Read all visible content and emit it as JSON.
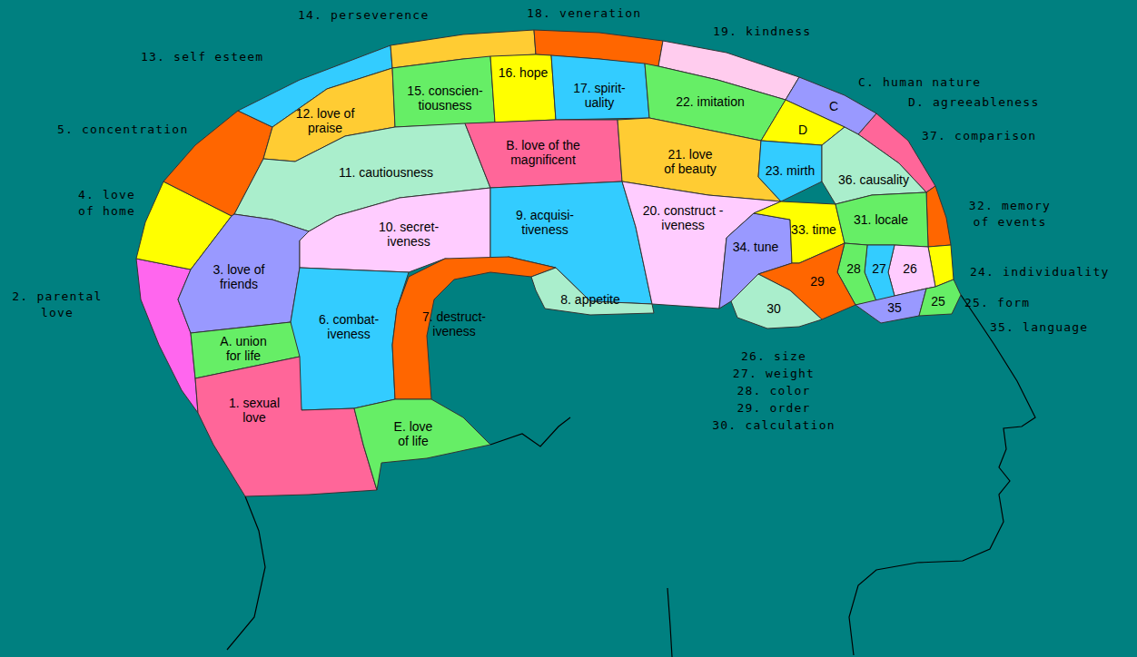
{
  "diagram": {
    "nodes": [
      {
        "text": [
          "12. love of praise"
        ]
      },
      {
        "text": [
          "15. conscien- tiousness"
        ]
      },
      {
        "text": [
          "16. hope"
        ]
      },
      {
        "text": [
          "17. spirit- uality"
        ]
      },
      {
        "text": [
          "22. imitation"
        ]
      },
      {
        "text": [
          "C"
        ]
      },
      {
        "text": [
          "D"
        ]
      },
      {
        "text": [
          "11. cautiousness"
        ]
      },
      {
        "text": [
          "B. love of the magnificent"
        ]
      },
      {
        "text": [
          "21. love of beauty"
        ]
      },
      {
        "text": [
          "23. mirth"
        ]
      },
      {
        "text": [
          "36. causality"
        ]
      },
      {
        "text": [
          "3. love of friends"
        ]
      },
      {
        "text": [
          "10. secret- iveness"
        ]
      },
      {
        "text": [
          "9. acquisi- tiveness"
        ]
      },
      {
        "text": [
          "20. construct -iveness"
        ]
      },
      {
        "text": [
          "34. tune"
        ]
      },
      {
        "text": [
          "33. time"
        ]
      },
      {
        "text": [
          "31. locale"
        ]
      },
      {
        "text": [
          "26"
        ]
      },
      {
        "text": [
          "27"
        ]
      },
      {
        "text": [
          "28"
        ]
      },
      {
        "text": [
          "29"
        ]
      },
      {
        "text": [
          "6. combat- iveness"
        ]
      },
      {
        "text": [
          "7. destruct- iveness"
        ]
      },
      {
        "text": [
          "8. appetite"
        ]
      },
      {
        "text": [
          "30"
        ]
      },
      {
        "text": [
          "35"
        ]
      },
      {
        "text": [
          "25"
        ]
      },
      {
        "text": [
          "A. union for life"
        ]
      },
      {
        "text": [
          "1. sexual love"
        ]
      },
      {
        "text": [
          "E. love of life"
        ]
      }
    ],
    "labels": [
      "14. perseverence",
      "18. veneration",
      "13. self esteem",
      "19. kindness",
      "C. human nature",
      "D. agreeableness",
      "5. concentration",
      "37. comparison",
      "4. love of home",
      "32. memory of events",
      "24. individuality",
      "2. parental love",
      "25. form",
      "35. language",
      "26. size",
      "27. weight",
      "28. color",
      "29. order",
      "30. calculation"
    ]
  }
}
